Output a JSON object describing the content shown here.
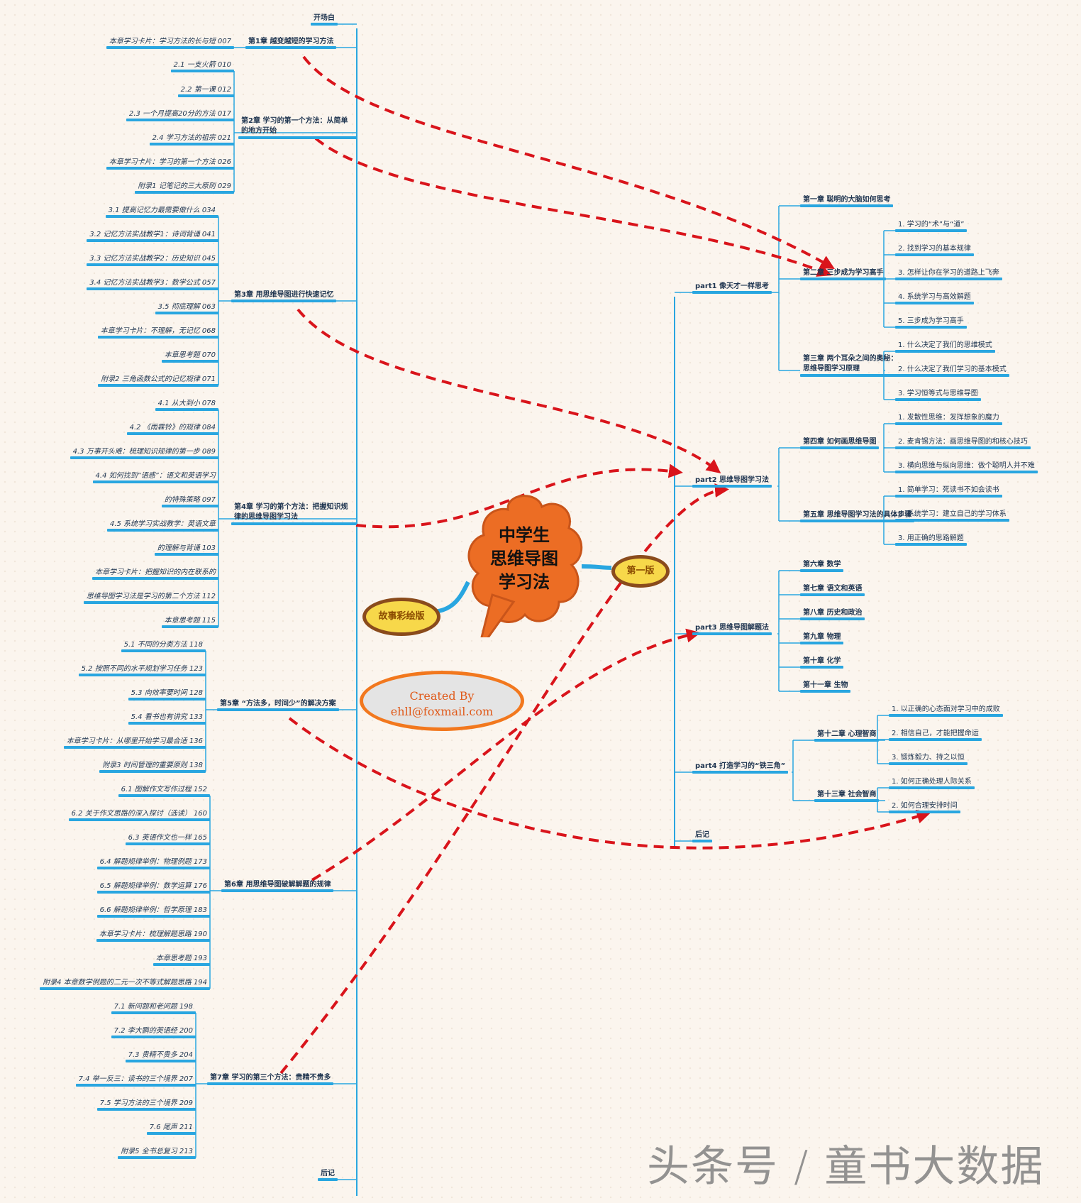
{
  "central": {
    "title_line1": "中学生",
    "title_line2": "思维导图",
    "title_line3": "学习法"
  },
  "badges": {
    "left": "故事彩绘版",
    "right": "第一版"
  },
  "callout": {
    "line1": "Created By",
    "line2": "ehll@foxmail.com"
  },
  "watermark": "头条号 / 童书大数据",
  "left": {
    "chapters": [
      {
        "label": "开场白"
      },
      {
        "label": "第1章 越变越短的学习方法",
        "items": [
          "本章学习卡片：学习方法的长与短 007"
        ]
      },
      {
        "label": "第2章 学习的第一个方法：从简单的地方开始",
        "items": [
          "2.1 一支火箭 010",
          "2.2 第一课 012",
          "2.3 一个月提高20分的方法 017",
          "2.4 学习方法的祖宗 021",
          "本章学习卡片：学习的第一个方法 026",
          "附录1 记笔记的三大原则 029"
        ]
      },
      {
        "label": "第3章 用思维导图进行快速记忆",
        "items": [
          "3.1 提高记忆力最需要做什么 034",
          "3.2 记忆方法实战教学1：诗词背诵 041",
          "3.3 记忆方法实战教学2：历史知识 045",
          "3.4 记忆方法实战教学3：数学公式 057",
          "3.5 彻底理解 063",
          "本章学习卡片：不理解，无记忆 068",
          "本章思考题 070",
          "附录2 三角函数公式的记忆规律 071"
        ]
      },
      {
        "label": "第4章 学习的第个方法：把握知识规律的思维导图学习法",
        "items": [
          "4.1 从大到小 078",
          "4.2 《雨霖铃》的规律 084",
          "4.3 万事开头难：梳理知识规律的第一步 089",
          "4.4 如何找到“语感”：语文和英语学习",
          "的特殊策略 097",
          "4.5 系统学习实战教学：英语文章",
          "的理解与背诵 103",
          "本章学习卡片：把握知识的内在联系的",
          "思维导图学习法是学习的第二个方法 112",
          "本章思考题 115"
        ]
      },
      {
        "label": "第5章 “方法多，时间少”的解决方案",
        "items": [
          "5.1 不同的分类方法 118",
          "5.2 按照不同的水平规划学习任务 123",
          "5.3 向效率要时间 128",
          "5.4 看书也有讲究 133",
          "本章学习卡片：从哪里开始学习最合适 136",
          "附录3 时间管理的重要原则 138"
        ]
      },
      {
        "label": "第6章 用思维导图破解解题的规律",
        "items": [
          "6.1 图解作文写作过程 152",
          "6.2 关于作文思路的深入探讨（选读） 160",
          "6.3 英语作文也一样 165",
          "6.4 解题规律举例：物理例题 173",
          "6.5 解题规律举例：数学运算 176",
          "6.6 解题规律举例：哲学原理 183",
          "本章学习卡片：梳理解题思路 190",
          "本章思考题 193",
          "附录4 本章数学例题的二元一次不等式解题思路 194"
        ]
      },
      {
        "label": "第7章 学习的第三个方法：贵精不贵多",
        "items": [
          "7.1 新问题和老问题 198",
          "7.2 李大鹏的英语经 200",
          "7.3 贵精不贵多 204",
          "7.4 举一反三：读书的三个境界 207",
          "7.5 学习方法的三个境界 209",
          "7.6 尾声 211",
          "附录5 全书总复习 213"
        ]
      },
      {
        "label": "后记"
      }
    ]
  },
  "right": {
    "parts": [
      {
        "label": "part1 像天才一样思考",
        "chapters": [
          {
            "label": "第一章 聪明的大脑如何思考",
            "items": []
          },
          {
            "label": "第二章 三步成为学习高手",
            "items": [
              "1. 学习的“术”与“道”",
              "2. 找到学习的基本规律",
              "3. 怎样让你在学习的道路上飞奔",
              "4. 系统学习与高效解题",
              "5. 三步成为学习高手"
            ]
          },
          {
            "label": "第三章 两个耳朵之间的奥秘：思维导图学习原理",
            "items": [
              "1. 什么决定了我们的思维模式",
              "2. 什么决定了我们学习的基本模式",
              "3. 学习恒等式与思维导图"
            ]
          }
        ]
      },
      {
        "label": "part2 思维导图学习法",
        "chapters": [
          {
            "label": "第四章 如何画思维导图",
            "items": [
              "1. 发散性思维：发挥想象的魔力",
              "2. 麦肯锡方法：画思维导图的和核心技巧",
              "3. 横向思维与纵向思维：做个聪明人并不难"
            ]
          },
          {
            "label": "第五章 思维导图学习法的具体步骤",
            "items": [
              "1. 简单学习：死读书不如会读书",
              "2. 系统学习：建立自己的学习体系",
              "3. 用正确的思路解题"
            ]
          }
        ]
      },
      {
        "label": "part3 思维导图解题法",
        "chapters": [
          {
            "label": "第六章 数学"
          },
          {
            "label": "第七章 语文和英语"
          },
          {
            "label": "第八章 历史和政治"
          },
          {
            "label": "第九章 物理"
          },
          {
            "label": "第十章 化学"
          },
          {
            "label": "第十一章 生物"
          }
        ]
      },
      {
        "label": "part4 打造学习的“铁三角”",
        "chapters": [
          {
            "label": "第十二章 心理智商",
            "items": [
              "1. 以正确的心态面对学习中的成败",
              "2. 相信自己，才能把握命运",
              "3. 锻炼毅力、持之以恒"
            ]
          },
          {
            "label": "第十三章 社会智商",
            "items": [
              "1. 如何正确处理人际关系",
              "2. 如何合理安排时间"
            ]
          }
        ]
      },
      {
        "label": "后记"
      }
    ]
  },
  "colors": {
    "branch": "#29a6e0",
    "arrow": "#d9141b",
    "cloud": "#ec6d24",
    "oval": "#f7d84a"
  }
}
